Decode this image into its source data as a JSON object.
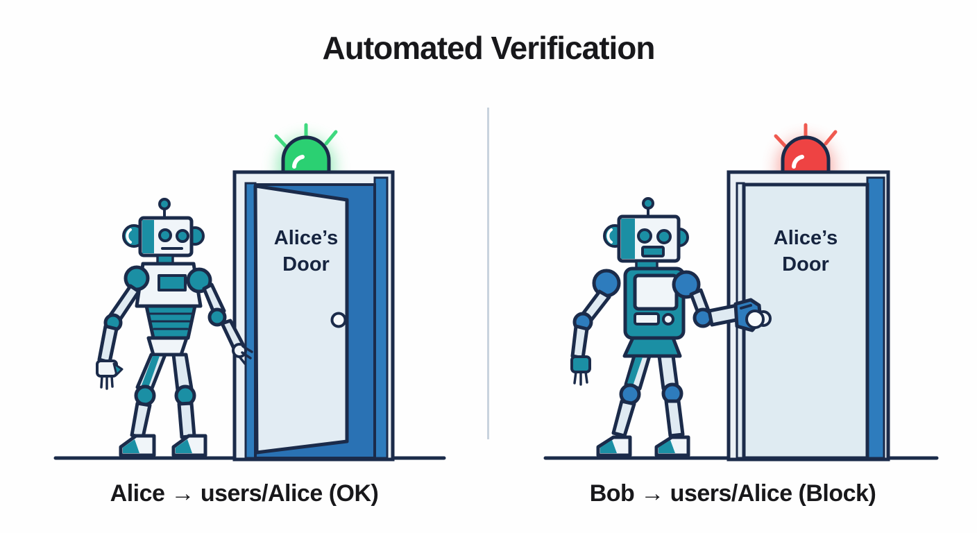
{
  "title": "Automated Verification",
  "colors": {
    "robot_teal": "#1b8fa4",
    "robot_blue": "#2e7cbd",
    "door_interior_blue": "#2a72b4",
    "outline_navy": "#1b2b4a",
    "door_panel_light": "#e2ecf3",
    "status_green": "#2bd072",
    "status_red": "#ee4343",
    "text_dark": "#18181b"
  },
  "panels": {
    "left": {
      "actor": "Alice",
      "door_state": "open",
      "light_status": "green",
      "light_color": "#2bd072",
      "ray_color": "#3fd97f",
      "door_label_line1": "Alice’s",
      "door_label_line2": "Door",
      "caption": "Alice → users/Alice (OK)"
    },
    "right": {
      "actor": "Bob",
      "door_state": "closed",
      "light_status": "red",
      "light_color": "#ee4343",
      "ray_color": "#ef5a50",
      "door_label_line1": "Alice’s",
      "door_label_line2": "Door",
      "caption": "Bob → users/Alice (Block)"
    }
  }
}
